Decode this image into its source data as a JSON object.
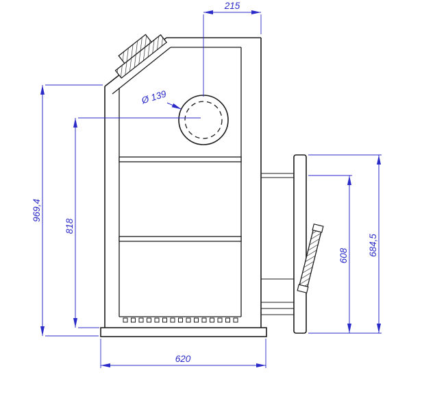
{
  "dimensions": {
    "top_width": "215",
    "flue_diameter": "Ø 139",
    "total_height": "969,4",
    "firebox_height": "818",
    "door_opening_height": "608",
    "door_height": "684,5",
    "base_width": "620"
  },
  "colors": {
    "dimension_color": "#2a2ac8",
    "outline_color": "#1a1a1a",
    "background": "#ffffff"
  }
}
